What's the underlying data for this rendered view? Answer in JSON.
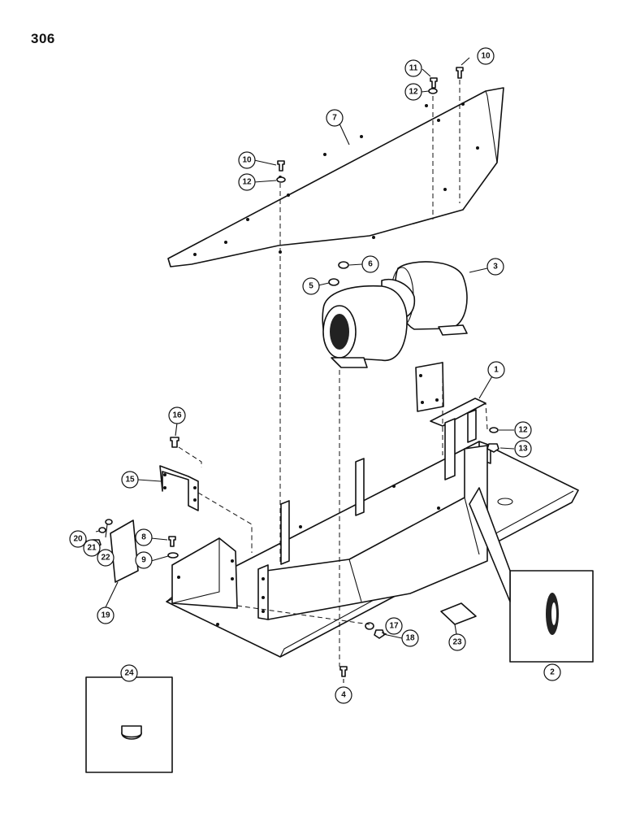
{
  "page_number": "306",
  "callouts": [
    "1",
    "2",
    "3",
    "4",
    "5",
    "6",
    "7",
    "8",
    "9",
    "10",
    "10",
    "11",
    "12",
    "12",
    "12",
    "13",
    "15",
    "16",
    "17",
    "18",
    "19",
    "20",
    "21",
    "22",
    "23",
    "24"
  ]
}
